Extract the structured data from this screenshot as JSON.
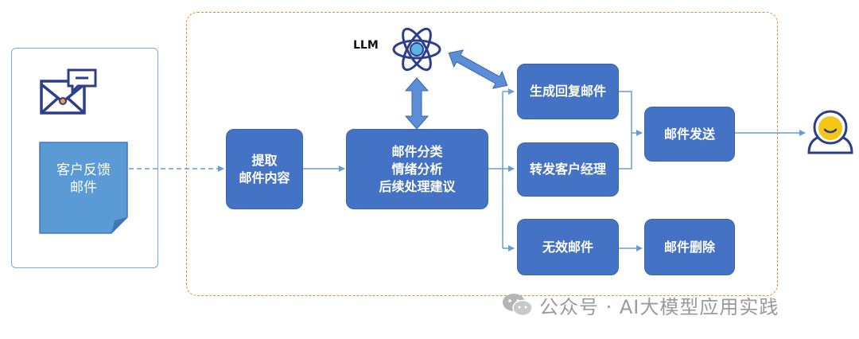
{
  "source": {
    "doc_label": "客户反馈\n邮件"
  },
  "llm": {
    "label": "LLM"
  },
  "steps": {
    "extract": "提取\n邮件内容",
    "analyze": "邮件分类\n情绪分析\n后续处理建议",
    "reply": "生成回复邮件",
    "forward": "转发客户经理",
    "invalid": "无效邮件",
    "send": "邮件发送",
    "delete": "邮件删除"
  },
  "watermark": {
    "text": "公众号 · AI大模型应用实践"
  },
  "colors": {
    "box_fill": "#4472c4",
    "arrow": "#6a9bd6",
    "orange_border": "#e8883a",
    "avatar_yellow": "#f5c518",
    "avatar_stroke": "#2c3e8c"
  }
}
